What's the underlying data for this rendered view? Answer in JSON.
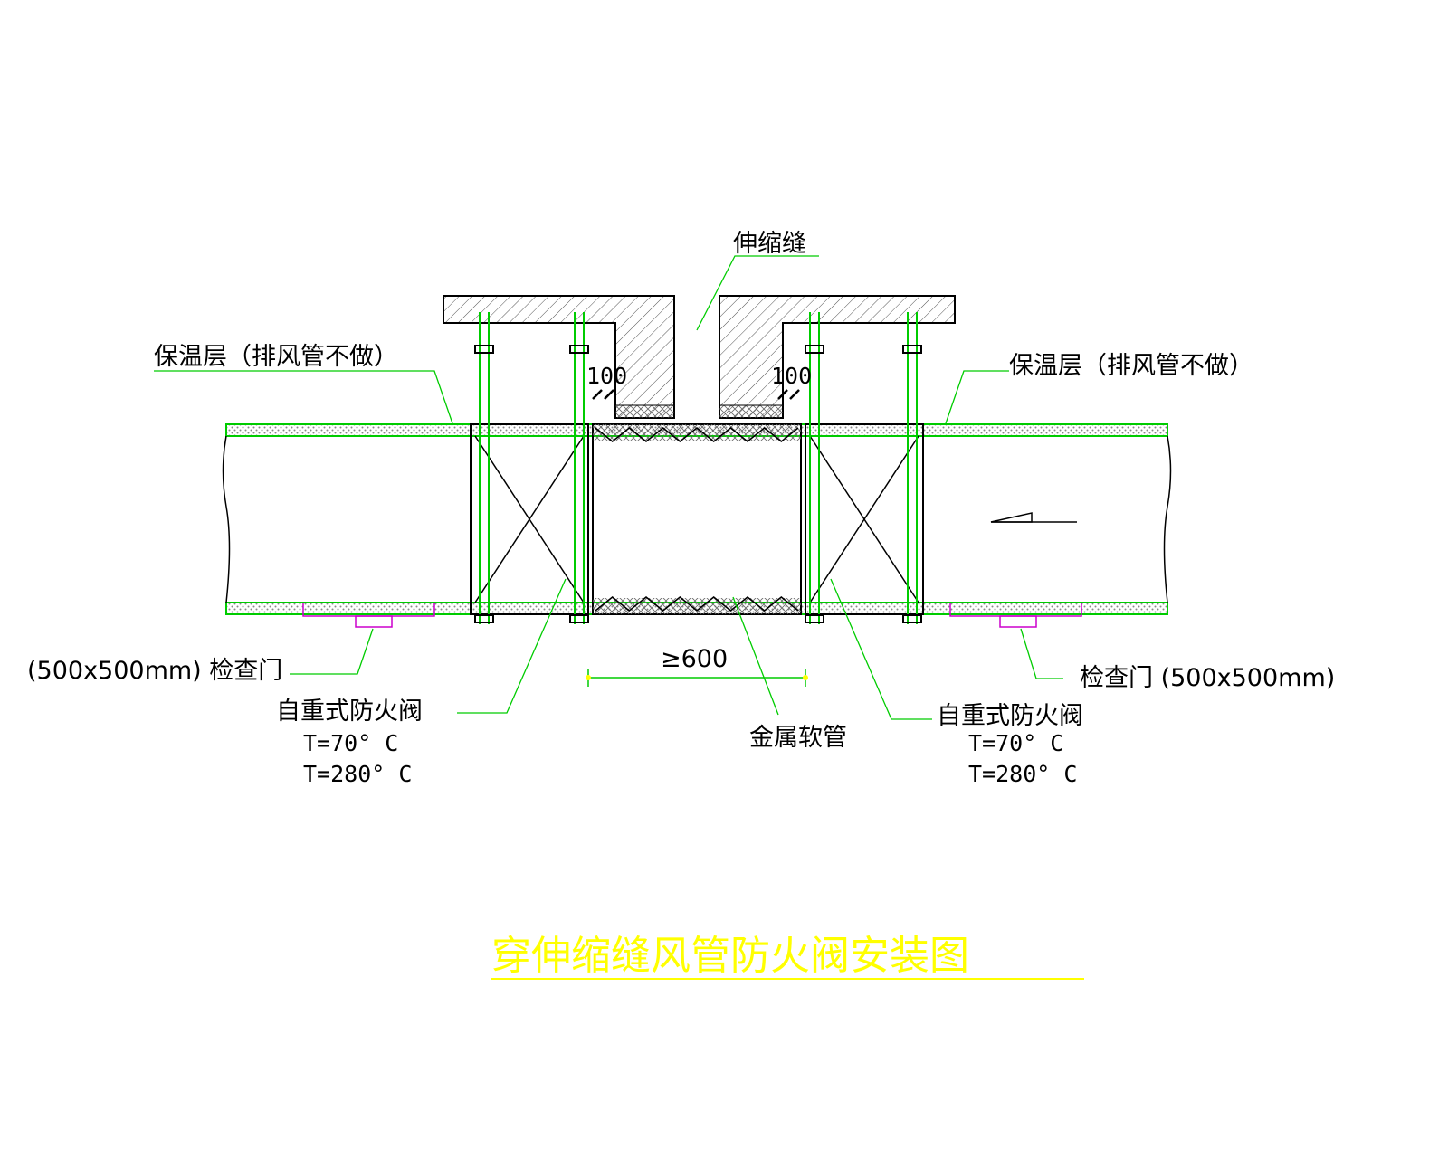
{
  "labels": {
    "expansion_joint": "伸缩缝",
    "insulation_left": "保温层（排风管不做）",
    "insulation_right": "保温层（排风管不做）",
    "dim_left": "100",
    "dim_right": "100",
    "min_length": "≥600",
    "inspection_door_left": "(500x500mm) 检查门",
    "inspection_door_right": "检查门 (500x500mm)",
    "fire_damper_left": "自重式防火阀",
    "fire_damper_right": "自重式防火阀",
    "temp_70_left": "T=70° C",
    "temp_280_left": "T=280° C",
    "temp_70_right": "T=70° C",
    "temp_280_right": "T=280° C",
    "metal_hose": "金属软管"
  },
  "title": "穿伸缩缝风管防火阀安装图",
  "colors": {
    "duct_line": "#00cc00",
    "leader_line": "#00cc00",
    "inspection_door": "#cc00cc",
    "title": "#ffff00",
    "structure": "#000000"
  }
}
